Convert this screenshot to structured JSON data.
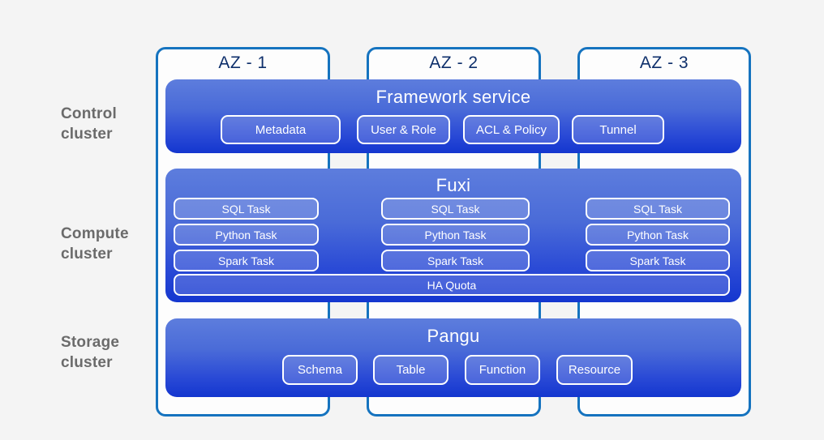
{
  "diagram": {
    "background_color": "#f4f4f4",
    "accent_border_color": "#1573bf",
    "band_gradient_top": "#5d7ddd",
    "band_gradient_bottom": "#1436cf",
    "az_title_color": "#0e2f6b",
    "row_label_color": "#6b6b6b"
  },
  "row_labels": [
    {
      "id": "control",
      "text": "Control\ncluster"
    },
    {
      "id": "compute",
      "text": "Compute\ncluster"
    },
    {
      "id": "storage",
      "text": "Storage\ncluster"
    }
  ],
  "availability_zones": [
    {
      "id": "az-1",
      "label": "AZ - 1"
    },
    {
      "id": "az-2",
      "label": "AZ - 2"
    },
    {
      "id": "az-3",
      "label": "AZ - 3"
    }
  ],
  "bands": {
    "framework": {
      "title": "Framework service",
      "chips": [
        "Metadata",
        "User & Role",
        "ACL & Policy",
        "Tunnel"
      ]
    },
    "fuxi": {
      "title": "Fuxi",
      "columns": [
        {
          "az": "AZ - 1",
          "tasks": [
            "SQL Task",
            "Python Task",
            "Spark Task"
          ]
        },
        {
          "az": "AZ - 2",
          "tasks": [
            "SQL Task",
            "Python Task",
            "Spark Task"
          ]
        },
        {
          "az": "AZ - 3",
          "tasks": [
            "SQL Task",
            "Python Task",
            "Spark Task"
          ]
        }
      ],
      "full_width_bar": "HA Quota"
    },
    "pangu": {
      "title": "Pangu",
      "chips": [
        "Schema",
        "Table",
        "Function",
        "Resource"
      ]
    }
  }
}
